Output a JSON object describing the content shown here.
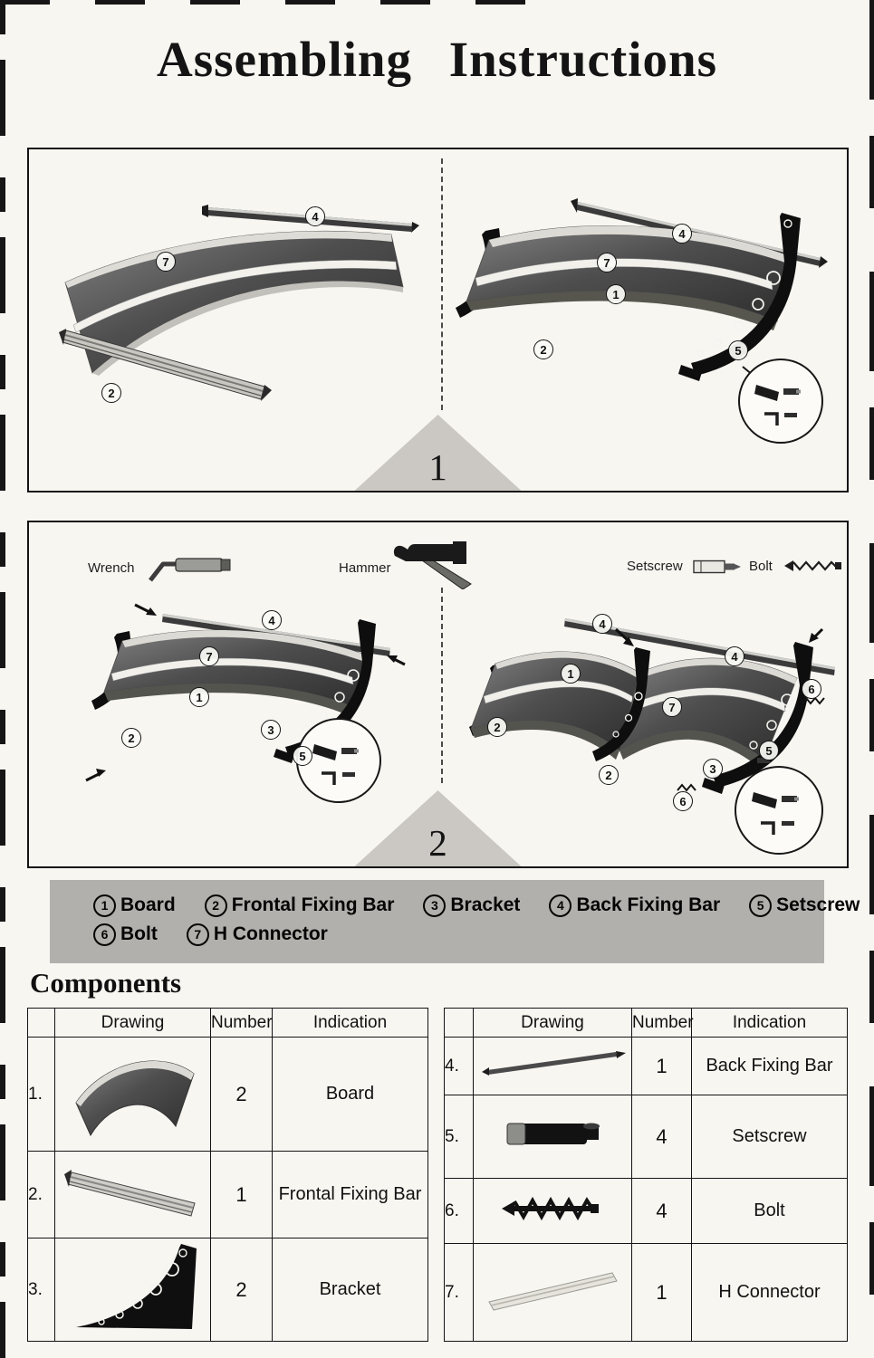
{
  "page": {
    "title": "Assembling Instructions"
  },
  "step1": {
    "number": "1",
    "exploded": {
      "c4": "4",
      "c7": "7",
      "c2": "2"
    },
    "assembled": {
      "c4": "4",
      "c7": "7",
      "c1": "1",
      "c2": "2",
      "c5": "5"
    }
  },
  "step2": {
    "number": "2",
    "tools": {
      "wrench": "Wrench",
      "hammer": "Hammer",
      "setscrew": "Setscrew",
      "bolt": "Bolt"
    },
    "single": {
      "c4": "4",
      "c7": "7",
      "c1": "1",
      "c2": "2",
      "c3": "3",
      "c5": "5"
    },
    "double": {
      "c4a": "4",
      "c4b": "4",
      "c6a": "6",
      "c1": "1",
      "c7": "7",
      "c2a": "2",
      "c2b": "2",
      "c3": "3",
      "c5": "5",
      "c6b": "6"
    }
  },
  "legend": {
    "row1": [
      {
        "num": "1",
        "label": "Board"
      },
      {
        "num": "2",
        "label": "Frontal Fixing Bar"
      },
      {
        "num": "3",
        "label": "Bracket"
      },
      {
        "num": "4",
        "label": "Back Fixing Bar"
      },
      {
        "num": "5",
        "label": "Setscrew"
      }
    ],
    "row2": [
      {
        "num": "6",
        "label": "Bolt"
      },
      {
        "num": "7",
        "label": "H Connector"
      }
    ]
  },
  "components": {
    "heading": "Components",
    "headers": {
      "drawing": "Drawing",
      "number": "Number",
      "indication": "Indication"
    },
    "left_rows": [
      {
        "index": "1.",
        "number": "2",
        "indication": "Board"
      },
      {
        "index": "2.",
        "number": "1",
        "indication": "Frontal Fixing Bar"
      },
      {
        "index": "3.",
        "number": "2",
        "indication": "Bracket"
      }
    ],
    "right_rows": [
      {
        "index": "4.",
        "number": "1",
        "indication": "Back Fixing Bar"
      },
      {
        "index": "5.",
        "number": "4",
        "indication": "Setscrew"
      },
      {
        "index": "6.",
        "number": "4",
        "indication": "Bolt"
      },
      {
        "index": "7.",
        "number": "1",
        "indication": "H Connector"
      }
    ]
  }
}
